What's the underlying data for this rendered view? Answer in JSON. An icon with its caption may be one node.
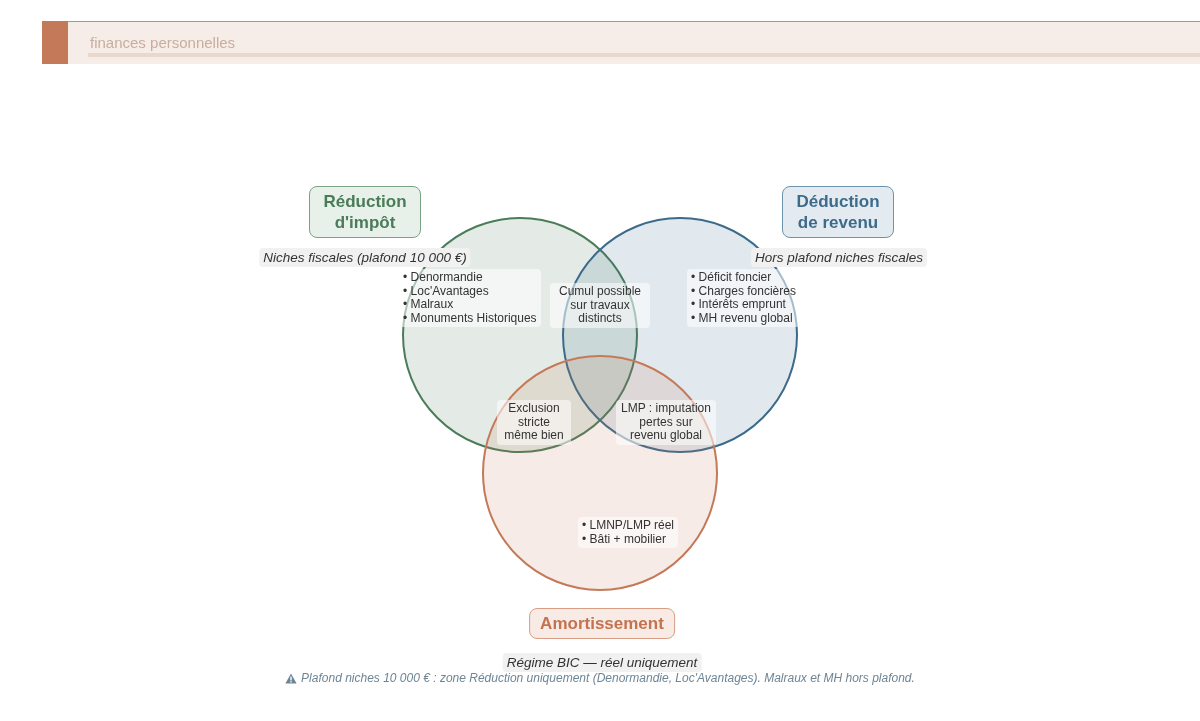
{
  "diagram": {
    "nodes": [
      {
        "text": [
          "Réduction d'impôt",
          "Niches fiscales (plafond 10 000 €)",
          "• Denormandie",
          "• Loc'Avantages",
          "• Malraux",
          "• Monuments Historiques"
        ]
      },
      {
        "text": [
          "Déduction de revenu",
          "Hors plafond niches fiscales",
          "• Déficit foncier",
          "• Charges foncières",
          "• Intérêts emprunt",
          "• MH revenu global"
        ]
      },
      {
        "text": [
          "• LMNP/LMP réel",
          "• Bâti + mobilier",
          "Amortissement",
          "Régime BIC — réel uniquement"
        ]
      }
    ],
    "labels": [
      "finances personnelles",
      "Cumul possible sur travaux distincts",
      "Exclusion stricte même bien",
      "LMP : imputation pertes sur revenu global"
    ],
    "caption": "Plafond niches 10 000 € : zone Réduction uniquement (Denormandie, Loc'Avantages). Malraux et MH hors plafond."
  }
}
